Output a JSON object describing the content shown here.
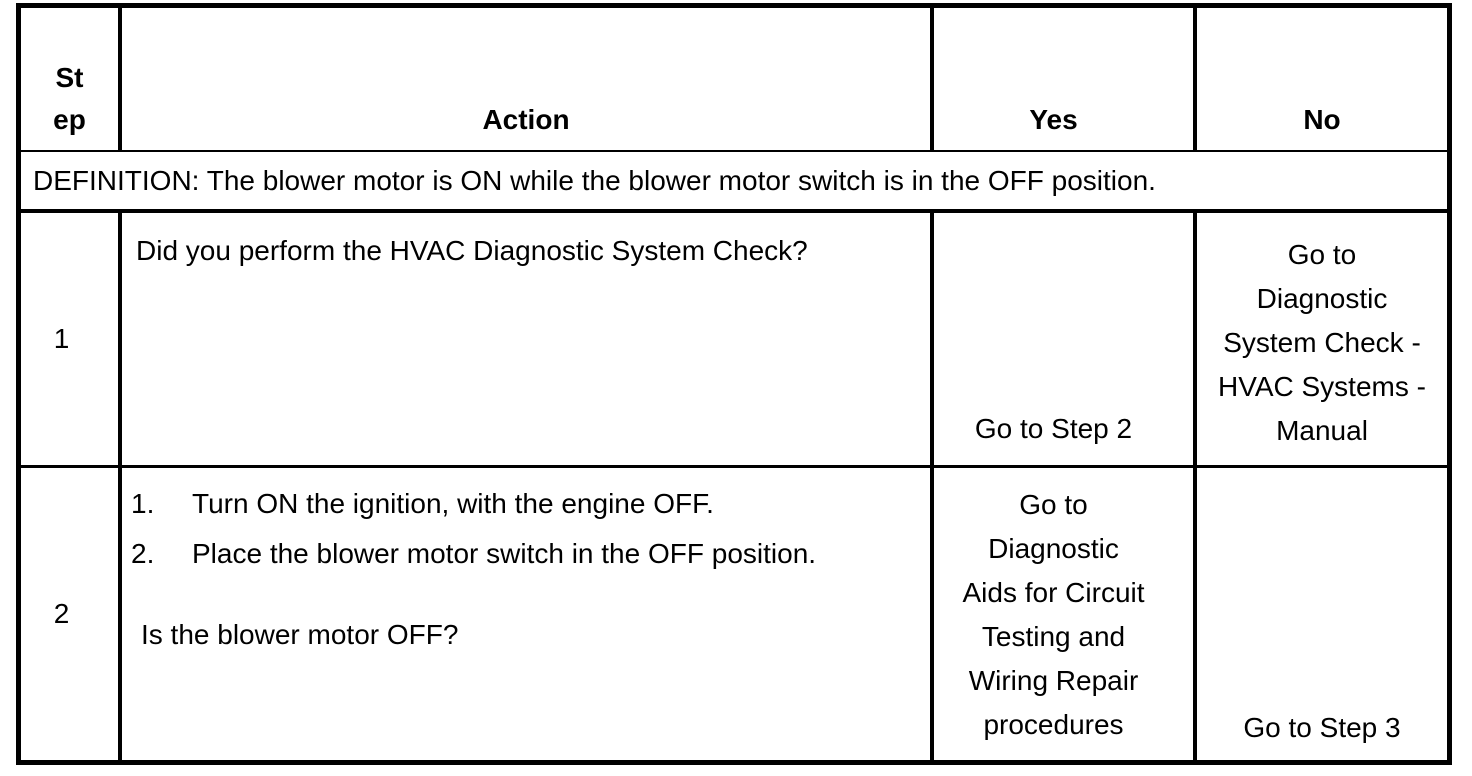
{
  "colors": {
    "background": "#ffffff",
    "text": "#000000",
    "border": "#000000"
  },
  "table": {
    "header": {
      "step_line1": "St",
      "step_line2": "ep",
      "action": "Action",
      "yes": "Yes",
      "no": "No"
    },
    "definition": "DEFINITION: The blower motor is ON while the blower motor switch is in the OFF position.",
    "rows": [
      {
        "step": "1",
        "action": {
          "question": "Did you perform the HVAC Diagnostic System Check?"
        },
        "yes": {
          "lines": [
            "Go to Step 2"
          ]
        },
        "no": {
          "lines": [
            "Go to",
            "Diagnostic",
            "System Check -",
            "HVAC Systems -",
            "Manual"
          ]
        }
      },
      {
        "step": "2",
        "action": {
          "steps": [
            {
              "num": "1.",
              "text": "Turn ON the ignition, with the engine OFF."
            },
            {
              "num": "2.",
              "text": "Place the blower motor switch in the OFF position."
            }
          ],
          "question": "Is the blower motor OFF?"
        },
        "yes": {
          "lines": [
            "Go to",
            "Diagnostic",
            "Aids for Circuit",
            "Testing and",
            "Wiring Repair",
            "procedures"
          ]
        },
        "no": {
          "lines": [
            "Go to Step 3"
          ]
        }
      }
    ]
  }
}
